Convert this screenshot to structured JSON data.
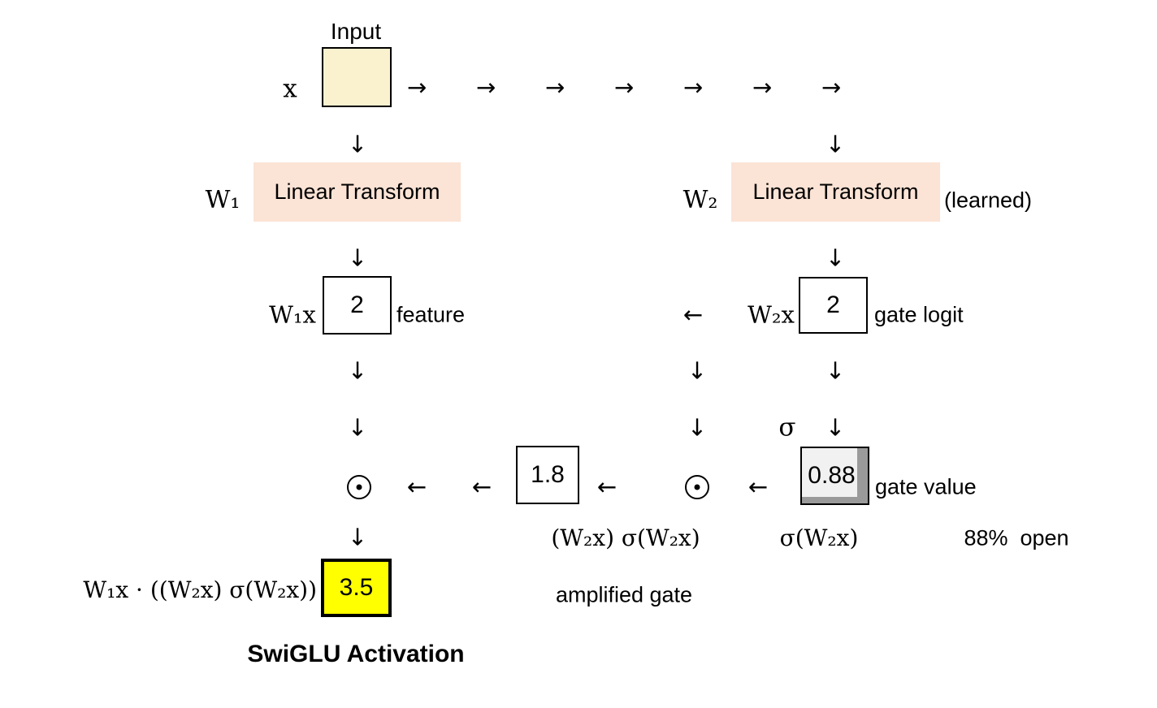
{
  "title": "SwiGLU Activation",
  "colors": {
    "input_fill": "#FAF1CE",
    "linear_fill": "#FBE3D5",
    "gate_light": "#F1F1F1",
    "gate_gray": "#9A9A9A",
    "output_fill": "#FFFF00"
  },
  "icons": {
    "right_arrow": "→",
    "down_arrow": "↓",
    "left_arrow": "←",
    "odot": "⊙"
  },
  "input": {
    "label": "Input",
    "symbol": "x"
  },
  "left_branch": {
    "weight_label": "W₁",
    "transform_label": "Linear Transform",
    "feature_expr": "W₁x",
    "feature_value": "2",
    "feature_label": "feature"
  },
  "right_branch": {
    "weight_label": "W₂",
    "transform_label": "Linear Transform",
    "learned_note": "(learned)",
    "logit_expr": "W₂x",
    "logit_value": "2",
    "logit_label": "gate logit",
    "sigma": "σ",
    "gate_value": "0.88",
    "gate_label": "gate value",
    "gate_open": "88%  open",
    "sigma_expr": "σ(W₂x)"
  },
  "gate_product": {
    "value": "1.8",
    "expr": "(W₂x) σ(W₂x)",
    "label": "amplified gate"
  },
  "output": {
    "expr": "W₁x · ((W₂x) σ(W₂x))",
    "value": "3.5"
  }
}
